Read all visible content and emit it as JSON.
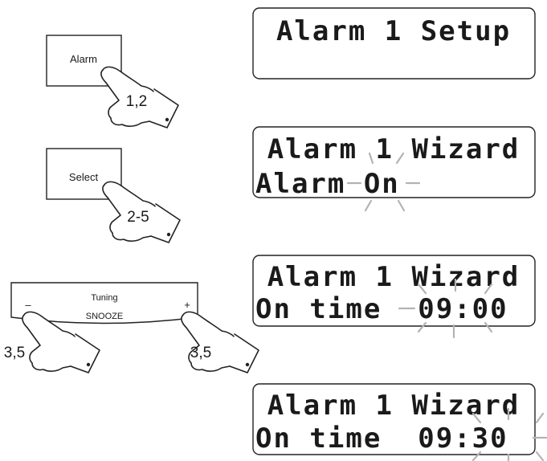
{
  "buttons": {
    "alarm": {
      "label": "Alarm",
      "step": "1,2"
    },
    "select": {
      "label": "Select",
      "step": "2-5"
    },
    "tuning_panel": {
      "top_label": "Tuning",
      "bottom_label": "SNOOZE",
      "minus": "–",
      "plus": "+",
      "left_step": "3,5",
      "right_step": "3,5"
    }
  },
  "displays": [
    {
      "line1": "Alarm 1 Setup",
      "line2": ""
    },
    {
      "line1": "Alarm 1 Wizard",
      "line2": "Alarm On"
    },
    {
      "line1": "Alarm 1 Wizard",
      "line2": "On time  09:00"
    },
    {
      "line1": "Alarm 1 Wizard",
      "line2": "On time  09:30"
    }
  ],
  "colors": {
    "outline": "#222222",
    "flash_rays": "#b3b3b3"
  },
  "icons": [
    "pointing-hand-icon",
    "flash-rays-icon"
  ]
}
